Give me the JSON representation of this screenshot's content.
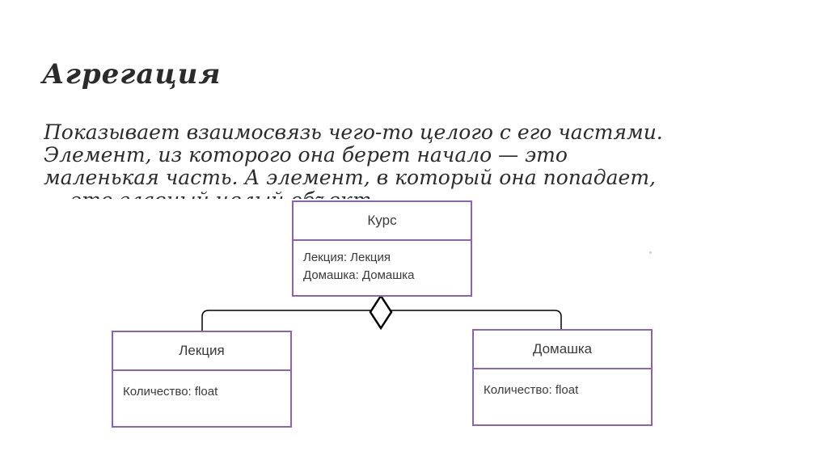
{
  "slide": {
    "title": "Агрегация",
    "description_lines": [
      "Показывает взаимосвязь чего-то целого с его частями.",
      "Элемент, из которого она берет начало — это",
      "маленькая часть. А элемент, в который она попадает,",
      "— это главный целый объект."
    ]
  },
  "diagram": {
    "classes": {
      "kurs": {
        "name": "Курс",
        "attributes": [
          "Лекция: Лекция",
          "Домашка: Домашка"
        ]
      },
      "lekciya": {
        "name": "Лекция",
        "attributes": [
          "Количество: float"
        ]
      },
      "domashka": {
        "name": "Домашка",
        "attributes": [
          "Количество: float"
        ]
      }
    },
    "relation": "aggregation",
    "colors": {
      "box_border": "#8a63b4",
      "connector": "#000000"
    }
  }
}
